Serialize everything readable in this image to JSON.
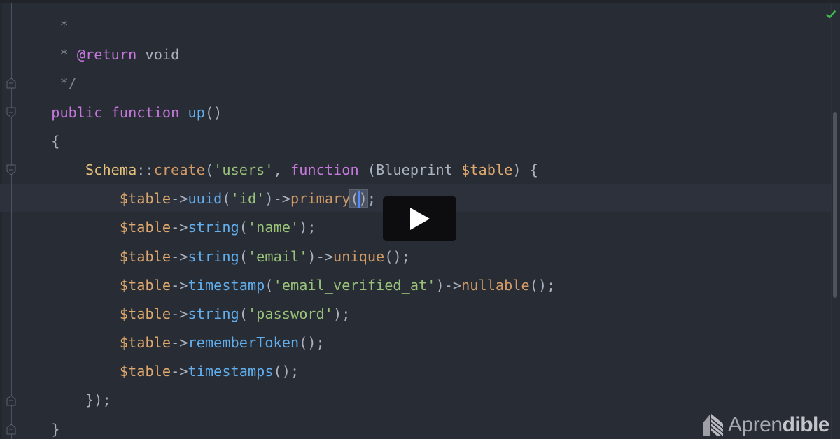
{
  "editor": {
    "theme": "one-dark",
    "colors": {
      "background": "#282c34",
      "current_line": "#2c313c",
      "comment": "#7f848e",
      "keyword": "#c678dd",
      "function": "#61afef",
      "method": "#d19a66",
      "class": "#e5c07b",
      "variable": "#e0a96d",
      "string": "#98c379",
      "punctuation": "#abb2bf",
      "cursor": "#528bff",
      "status_ok": "#3fb950"
    },
    "lines": [
      {
        "indent": "       ",
        "tokens": [
          {
            "t": "*",
            "k": "comment"
          }
        ]
      },
      {
        "indent": "       ",
        "tokens": [
          {
            "t": "* ",
            "k": "comment"
          },
          {
            "t": "@return",
            "k": "keyword"
          },
          {
            "t": " void",
            "k": "type"
          }
        ]
      },
      {
        "indent": "       ",
        "tokens": [
          {
            "t": "*/",
            "k": "comment"
          }
        ]
      },
      {
        "indent": "      ",
        "tokens": [
          {
            "t": "public",
            "k": "keyword"
          },
          {
            "t": " ",
            "k": "punc"
          },
          {
            "t": "function",
            "k": "keyword"
          },
          {
            "t": " ",
            "k": "punc"
          },
          {
            "t": "up",
            "k": "func"
          },
          {
            "t": "()",
            "k": "punc"
          }
        ]
      },
      {
        "indent": "      ",
        "tokens": [
          {
            "t": "{",
            "k": "punc"
          }
        ]
      },
      {
        "indent": "          ",
        "tokens": [
          {
            "t": "Schema",
            "k": "class"
          },
          {
            "t": "::",
            "k": "punc"
          },
          {
            "t": "create",
            "k": "method"
          },
          {
            "t": "(",
            "k": "punc"
          },
          {
            "t": "'users'",
            "k": "string"
          },
          {
            "t": ", ",
            "k": "punc"
          },
          {
            "t": "function",
            "k": "keyword"
          },
          {
            "t": " (Blueprint ",
            "k": "type"
          },
          {
            "t": "$table",
            "k": "var"
          },
          {
            "t": ") {",
            "k": "punc"
          }
        ]
      },
      {
        "indent": "              ",
        "current": true,
        "tokens": [
          {
            "t": "$table",
            "k": "var"
          },
          {
            "t": "->",
            "k": "op"
          },
          {
            "t": "uuid",
            "k": "func"
          },
          {
            "t": "(",
            "k": "punc"
          },
          {
            "t": "'id'",
            "k": "string"
          },
          {
            "t": ")->",
            "k": "punc"
          },
          {
            "t": "primary",
            "k": "method"
          },
          {
            "t": "(",
            "k": "bracket"
          },
          {
            "t": "CURSOR",
            "k": "cursor"
          },
          {
            "t": ")",
            "k": "bracket"
          },
          {
            "t": ";",
            "k": "punc"
          }
        ]
      },
      {
        "indent": "              ",
        "tokens": [
          {
            "t": "$table",
            "k": "var"
          },
          {
            "t": "->",
            "k": "op"
          },
          {
            "t": "string",
            "k": "func"
          },
          {
            "t": "(",
            "k": "punc"
          },
          {
            "t": "'name'",
            "k": "string"
          },
          {
            "t": ");",
            "k": "punc"
          }
        ]
      },
      {
        "indent": "              ",
        "tokens": [
          {
            "t": "$table",
            "k": "var"
          },
          {
            "t": "->",
            "k": "op"
          },
          {
            "t": "string",
            "k": "func"
          },
          {
            "t": "(",
            "k": "punc"
          },
          {
            "t": "'email'",
            "k": "string"
          },
          {
            "t": ")->",
            "k": "punc"
          },
          {
            "t": "unique",
            "k": "method"
          },
          {
            "t": "();",
            "k": "punc"
          }
        ]
      },
      {
        "indent": "              ",
        "tokens": [
          {
            "t": "$table",
            "k": "var"
          },
          {
            "t": "->",
            "k": "op"
          },
          {
            "t": "timestamp",
            "k": "func"
          },
          {
            "t": "(",
            "k": "punc"
          },
          {
            "t": "'email_verified_at'",
            "k": "string"
          },
          {
            "t": ")->",
            "k": "punc"
          },
          {
            "t": "nullable",
            "k": "method"
          },
          {
            "t": "();",
            "k": "punc"
          }
        ]
      },
      {
        "indent": "              ",
        "tokens": [
          {
            "t": "$table",
            "k": "var"
          },
          {
            "t": "->",
            "k": "op"
          },
          {
            "t": "string",
            "k": "func"
          },
          {
            "t": "(",
            "k": "punc"
          },
          {
            "t": "'password'",
            "k": "string"
          },
          {
            "t": ");",
            "k": "punc"
          }
        ]
      },
      {
        "indent": "              ",
        "tokens": [
          {
            "t": "$table",
            "k": "var"
          },
          {
            "t": "->",
            "k": "op"
          },
          {
            "t": "rememberToken",
            "k": "func"
          },
          {
            "t": "();",
            "k": "punc"
          }
        ]
      },
      {
        "indent": "              ",
        "tokens": [
          {
            "t": "$table",
            "k": "var"
          },
          {
            "t": "->",
            "k": "op"
          },
          {
            "t": "timestamps",
            "k": "func"
          },
          {
            "t": "();",
            "k": "punc"
          }
        ]
      },
      {
        "indent": "          ",
        "tokens": [
          {
            "t": "});",
            "k": "punc"
          }
        ]
      },
      {
        "indent": "      ",
        "tokens": [
          {
            "t": "}",
            "k": "punc"
          }
        ]
      }
    ],
    "fold_markers": [
      {
        "line": 2,
        "type": "fold-end"
      },
      {
        "line": 3,
        "type": "fold-start"
      },
      {
        "line": 5,
        "type": "fold-start"
      },
      {
        "line": 13,
        "type": "fold-end"
      },
      {
        "line": 14,
        "type": "fold-end"
      }
    ]
  },
  "status": {
    "icon": "check-icon",
    "state": "ok"
  },
  "video": {
    "play_icon": "play-icon"
  },
  "branding": {
    "logo_text_light": "Apren",
    "logo_text_bold": "dible"
  }
}
